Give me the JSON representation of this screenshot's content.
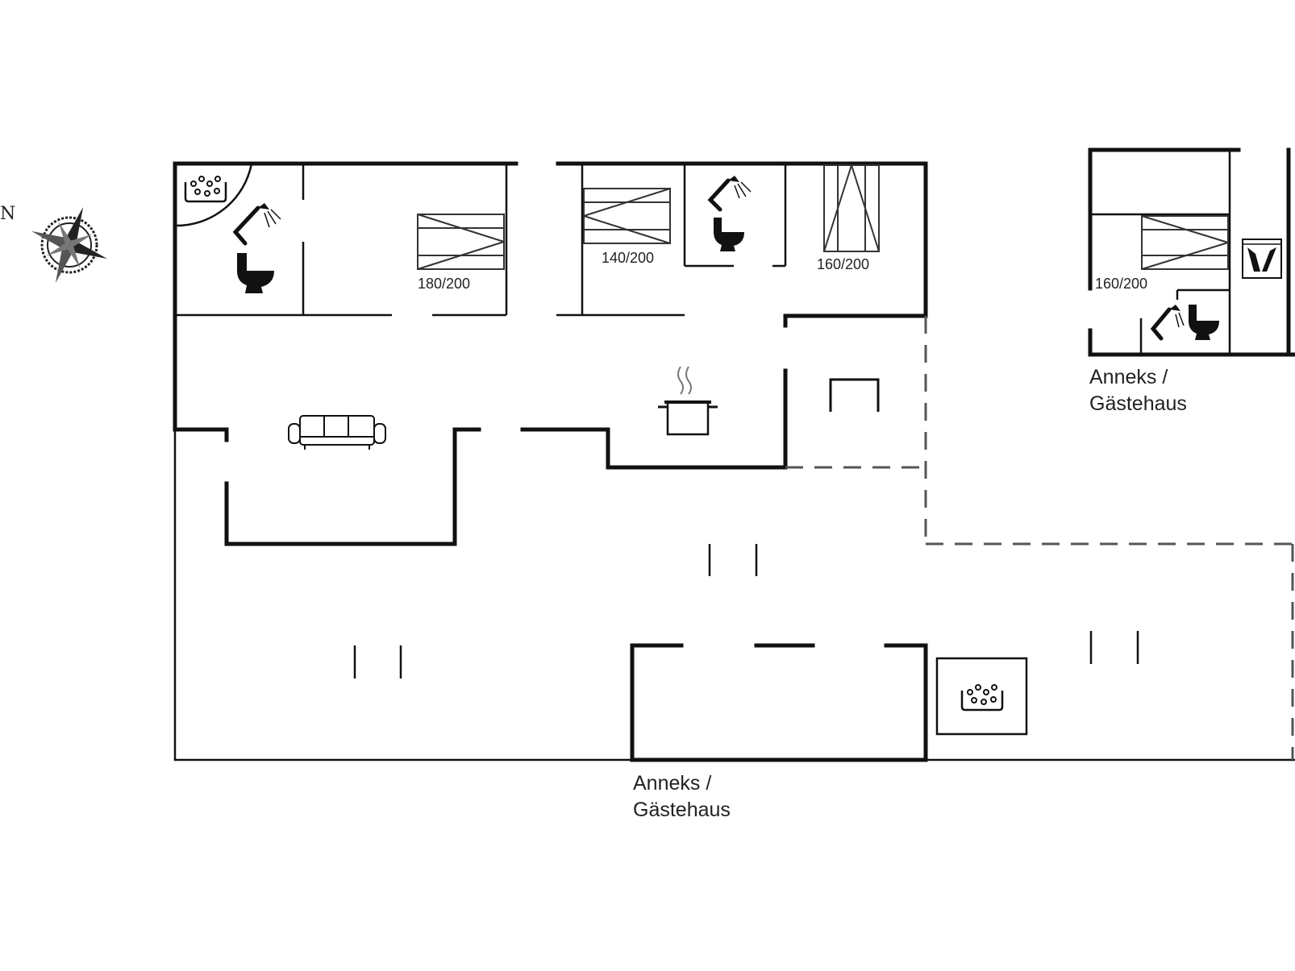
{
  "compass": {
    "north_label": "N"
  },
  "beds": [
    {
      "size": "180/200"
    },
    {
      "size": "140/200"
    },
    {
      "size": "160/200"
    },
    {
      "size": "160/200"
    }
  ],
  "annex_labels": [
    {
      "line1": "Anneks /",
      "line2": "Gästehaus"
    },
    {
      "line1": "Anneks /",
      "line2": "Gästehaus"
    }
  ],
  "icons": [
    "compass-icon",
    "hot-tub-icon",
    "shower-icon",
    "toilet-icon",
    "sofa-icon",
    "cooking-pot-icon",
    "table-icon",
    "dryer-icon"
  ]
}
